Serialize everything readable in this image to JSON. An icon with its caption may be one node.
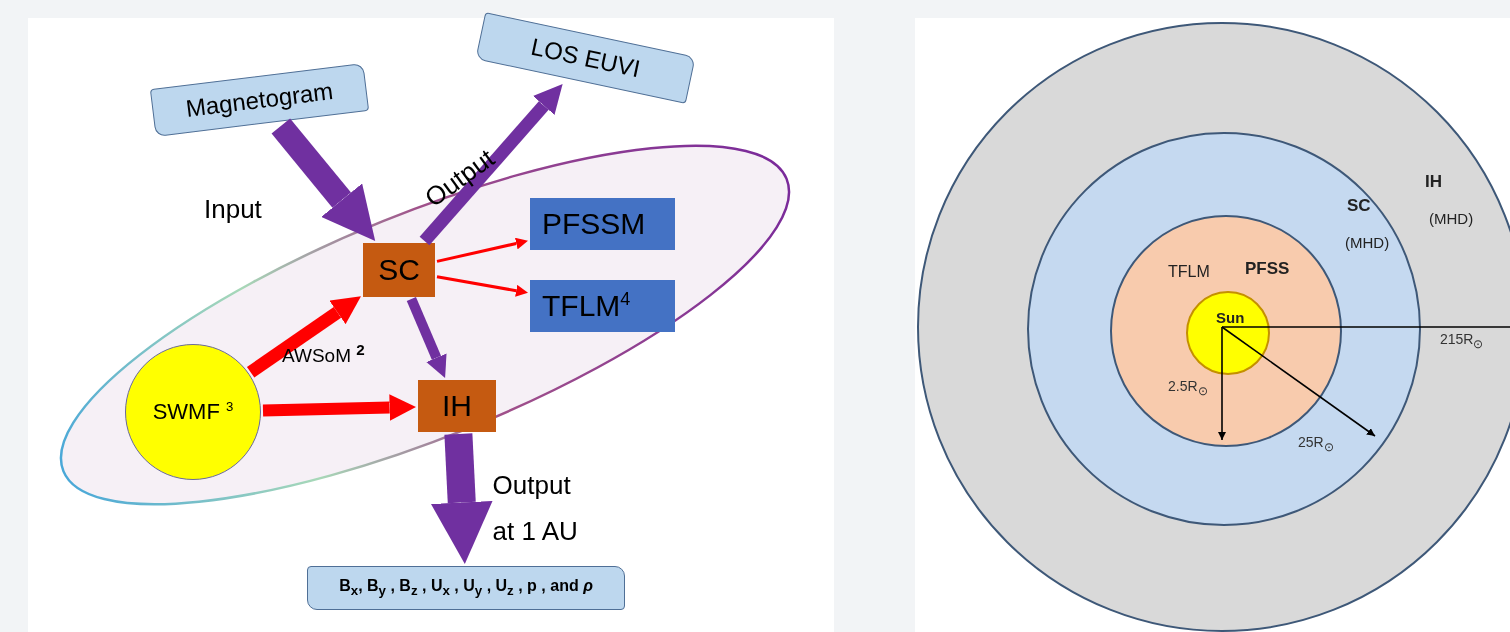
{
  "diagram": {
    "nodes": [
      {
        "text": [
          "Magnetogram"
        ]
      },
      {
        "text": [
          "LOS EUVI"
        ]
      },
      {
        "text": [
          "SC"
        ]
      },
      {
        "text": [
          "PFSSM"
        ]
      },
      {
        "text": [
          "TFLM$^{4}$"
        ]
      },
      {
        "text": [
          "SWMF $^{3}$"
        ]
      },
      {
        "text": [
          "IH"
        ]
      },
      {
        "text": [
          "B$_{x}$, B$_{y}$ , B$_{z}$ , U$_{x}$ , U$_{y}$ , U$_{z}$ , p , and *ρ*"
        ]
      },
      {
        "text": [
          "IH",
          "(MHD)"
        ]
      },
      {
        "text": [
          "SC",
          "(MHD)"
        ],
        "in": 8
      },
      {
        "text": [
          "TFLM",
          "PFSS"
        ],
        "in": 9
      },
      {
        "text": [
          "Sun"
        ],
        "in": 10
      }
    ],
    "edges": [
      {
        "from": 0,
        "to": 2,
        "arrow": "to",
        "label": "Input",
        "style": "thick",
        "color": "#7030a0"
      },
      {
        "from": 2,
        "to": 1,
        "arrow": "to",
        "label": "Output",
        "color": "#7030a0"
      },
      {
        "from": 2,
        "to": 3,
        "arrow": "to",
        "color": "#ff0000"
      },
      {
        "from": 2,
        "to": 4,
        "arrow": "to",
        "color": "#ff0000"
      },
      {
        "from": 5,
        "to": 2,
        "arrow": "to",
        "color": "#ff0000"
      },
      {
        "from": 5,
        "to": 6,
        "arrow": "to",
        "color": "#ff0000"
      },
      {
        "from": 2,
        "to": 6,
        "arrow": "to",
        "color": "#7030a0"
      },
      {
        "from": 6,
        "to": 7,
        "arrow": "to",
        "label": "Output at 1 AU",
        "style": "thick",
        "color": "#7030a0"
      }
    ],
    "labels": [
      "AWSoM $^{2}$",
      "2.5R$_{⊙}$",
      "25R$_{⊙}$",
      "215R$_{⊙}$"
    ]
  }
}
